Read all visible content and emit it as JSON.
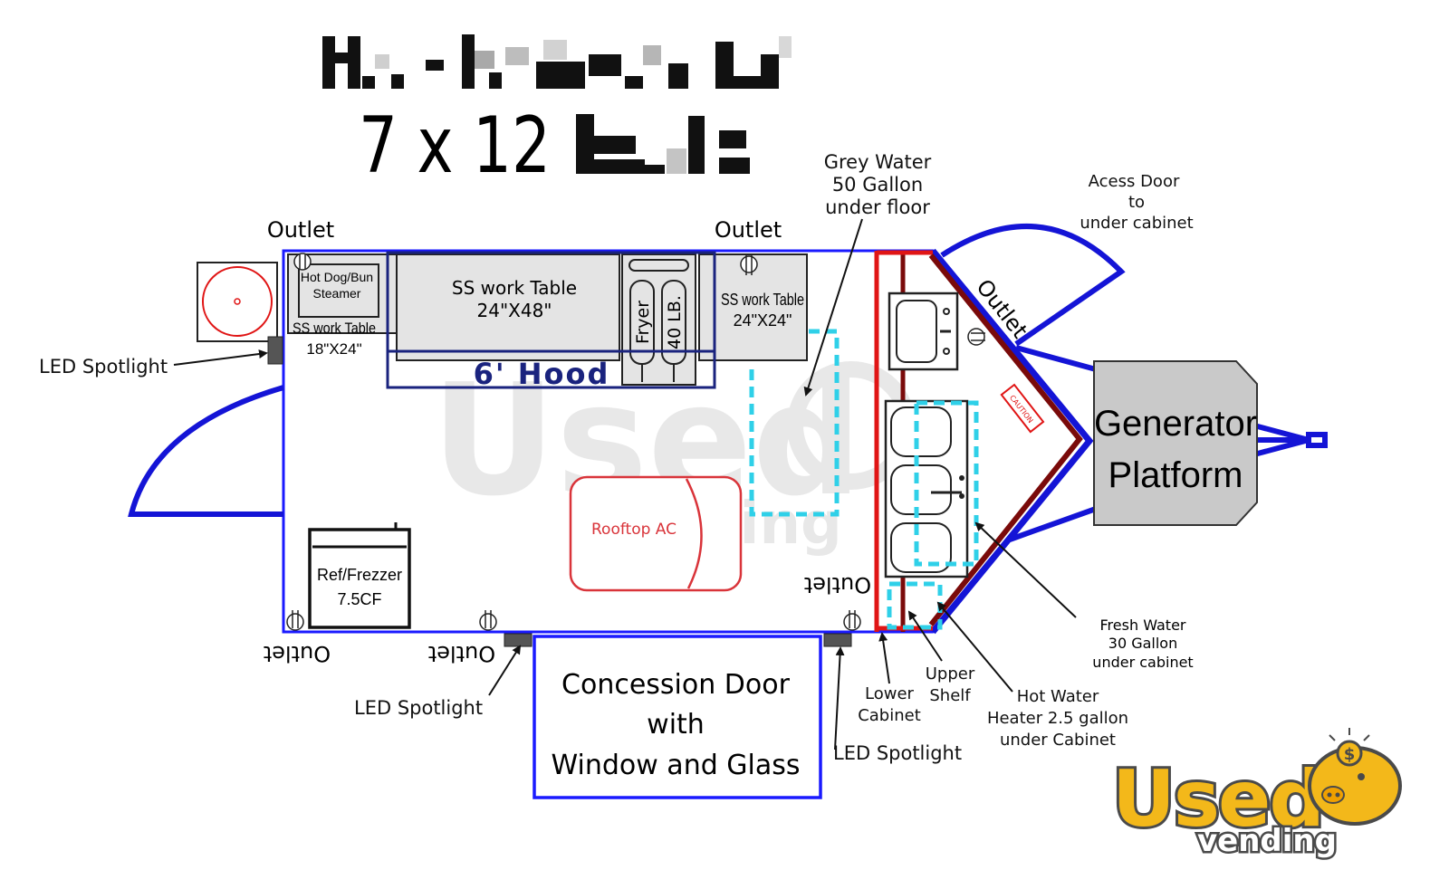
{
  "title": {
    "line1_redacted": "",
    "line2_dims": "7 x 12",
    "line2_redacted": ""
  },
  "labels": {
    "outlet_top_left": "Outlet",
    "outlet_top_mid": "Outlet",
    "outlet_diag": "Outlet",
    "outlet_inside_right": "Outlet",
    "outlet_bottom_left": "Outlet",
    "outlet_bottom_mid": "Outlet",
    "led_spotlight_left": "LED Spotlight",
    "led_spotlight_bottom": "LED Spotlight",
    "led_spotlight_bottom_right": "LED Spotlight",
    "hot_dog_bun_steamer": [
      "Hot Dog/Bun",
      "Steamer"
    ],
    "ss_work_table_small": [
      "SS work Table",
      "18\"X24\""
    ],
    "ss_work_table_large": [
      "SS work Table",
      "24\"X48\""
    ],
    "fryer": "Fryer",
    "fryer_capacity": "40 LB.",
    "ss_work_table_right": [
      "SS work Table",
      "24\"X24\""
    ],
    "hood": "6' Hood",
    "grey_water": [
      "Grey Water",
      "50 Gallon",
      "under floor"
    ],
    "access_door": [
      "Acess Door",
      "to",
      "under cabinet"
    ],
    "generator_platform": [
      "Generator",
      "Platform"
    ],
    "rooftop_ac": "Rooftop AC",
    "ref_freezer": [
      "Ref/Frezzer",
      "7.5CF"
    ],
    "concession_door": [
      "Concession Door",
      "with",
      "Window and Glass"
    ],
    "lower_cabinet": [
      "Lower",
      "Cabinet"
    ],
    "upper_shelf": [
      "Upper",
      "Shelf"
    ],
    "hot_water_heater": [
      "Hot Water",
      "Heater 2.5 gallon",
      "under Cabinet"
    ],
    "fresh_water": [
      "Fresh Water",
      "30 Gallon",
      "under cabinet"
    ],
    "red_tag": "CAUTION"
  },
  "watermark": {
    "brand": "Used",
    "sub": "vending"
  },
  "logo": {
    "brand": "Used",
    "sub": "vending",
    "coin": "$"
  },
  "colors": {
    "trailer_outline": "#1a1aff",
    "hood_outline": "#1a237e",
    "bumper": "#1414d6",
    "cabinet_red": "#e01515",
    "cabinet_dark": "#7a0a0a",
    "water_cyan": "#2fd0e8",
    "ac_red": "#d9343a",
    "generator_fill": "#c9c9c9",
    "equipment_fill": "#e4e4e4",
    "logo_yellow": "#f3b81a",
    "logo_outline": "#4a4a4a"
  }
}
